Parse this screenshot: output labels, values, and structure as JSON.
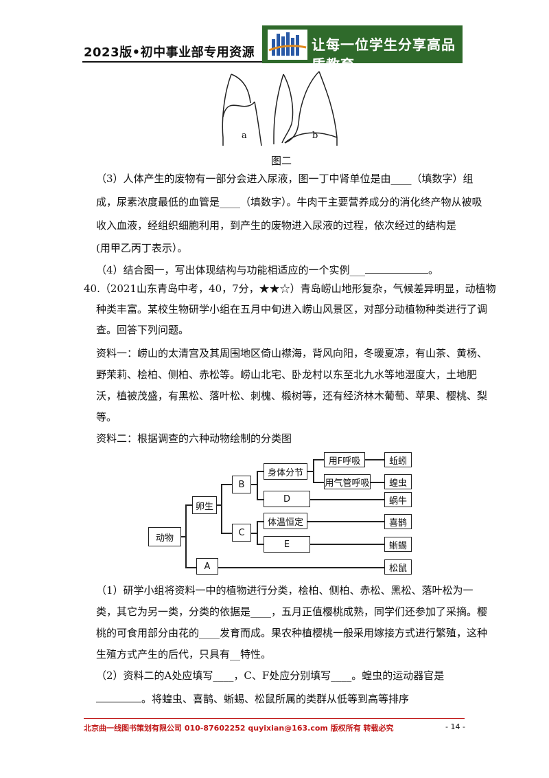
{
  "header": {
    "left_title": "2023版•初中事业部专用资源",
    "banner_text": "让每一位学生分享高品质教育"
  },
  "figure2": {
    "label_a": "a",
    "label_b": "b",
    "caption": "图二"
  },
  "paragraphs": {
    "q3_line1": "（3）人体产生的废物有一部分会进入尿液，图一丁中肾单位是由____（填数字）组",
    "q3_line2": "成，尿素浓度最低的血管是____（填数字）。牛肉干主要营养成分的消化终产物从被吸",
    "q3_line3": "收入血液，经组织细胞利用，到产生的废物进入尿液的过程，依次经过的结构是",
    "q3_line4": "(用甲乙丙丁表示）。",
    "q4_line1": "（4）结合图一，写出体现结构与功能相适应的一个实例___",
    "q4_line1_end": "。",
    "q40_line1": "40.（2021山东青岛中考，40，7分，★★☆）青岛崂山地形复杂，气候差异明显，动植物",
    "q40_line2": "种类丰富。某校生物研学小组在五月中旬进入崂山风景区，对部分动植物种类进行了调",
    "q40_line3": "查。回答下列问题。",
    "m1_line1": "资料一：崂山的太清宫及其周围地区倚山襟海，背风向阳，冬暖夏凉，有山茶、黄杨、",
    "m1_line2": "野茉莉、桧柏、侧柏、赤松等。崂山北宅、卧龙村以东至北九水等地湿度大，土地肥",
    "m1_line3": "沃，植被茂盛，有黑松、落叶松、刺槐、椴树等，还有经济林木葡萄、苹果、樱桃、梨",
    "m1_line4": "等。",
    "m2_line1": "资料二：根据调查的六种动物绘制的分类图",
    "s1_line1": "（1）研学小组将资料一中的植物进行分类，桧柏、侧柏、赤松、黑松、落叶松为一",
    "s1_line2": "类，其它为另一类，分类的依据是____，五月正值樱桃成熟，同学们还参加了采摘。樱",
    "s1_line3": "桃的可食用部分由花的____发育而成。果农种植樱桃一般采用嫁接方式进行繁殖，这种",
    "s1_line4": "生殖方式产生的后代，只具有__特性。",
    "s2_line1": "（2）资料二的A处应填写____，C、F处应分别填写____。蝗虫的运动器官是",
    "s2_line2": "。将蝗虫、喜鹊、蜥蜴、松鼠所属的类群从低等到高等排序"
  },
  "diagram": {
    "root": "动物",
    "oviparous": "卵生",
    "A": "A",
    "B": "B",
    "C": "C",
    "D": "D",
    "E": "E",
    "segmented": "身体分节",
    "breathe_f": "用F呼吸",
    "breathe_trachea": "用气管呼吸",
    "warm_blooded": "体温恒定",
    "earthworm": "蚯蚓",
    "locust": "蝗虫",
    "snail": "蜗牛",
    "magpie": "喜鹊",
    "lizard": "蜥蜴",
    "squirrel": "松鼠"
  },
  "footer": {
    "text": "北京曲一线图书策划有限公司 010-87602252 quyixian@163.com 版权所有 转载必究",
    "page": "- 14 -"
  },
  "colors": {
    "banner_green": "#2f6a2b",
    "footer_red": "#c01818"
  }
}
